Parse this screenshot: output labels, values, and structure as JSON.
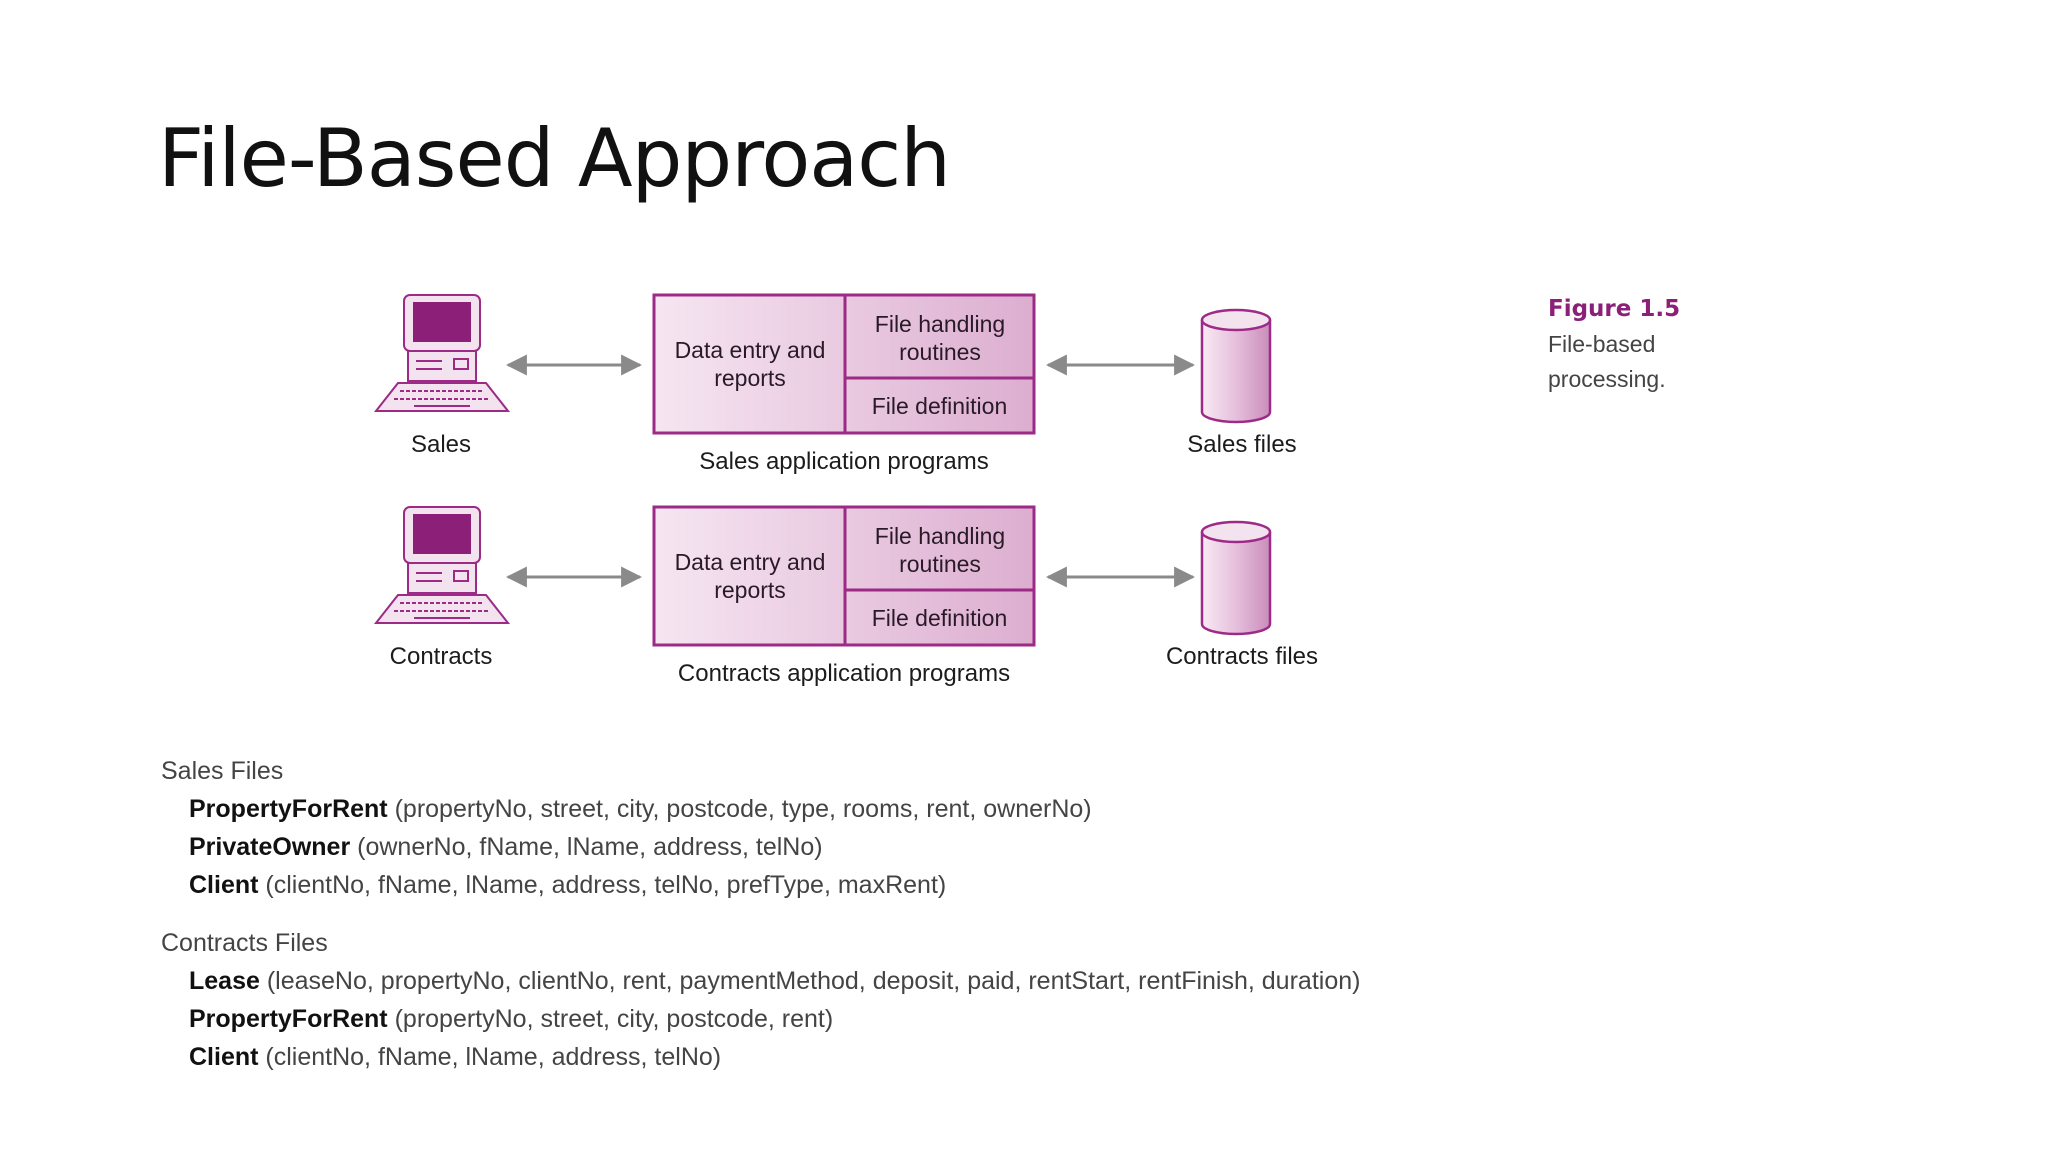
{
  "title": "File-Based Approach",
  "colors": {
    "accent": "#8c1f78",
    "box_fill": "#e9c6e1",
    "box_border": "#9c2a86",
    "arrow": "#8a8a8a"
  },
  "figure": {
    "label": "Figure 1.5",
    "caption": "File-based processing."
  },
  "rows": [
    {
      "user_label": "Sales",
      "entry_label": "Data entry and reports",
      "handling_label": "File handling routines",
      "definition_label": "File definition",
      "programs_label": "Sales application programs",
      "files_label": "Sales files",
      "computer_icon": "computer-icon",
      "file_icon": "database-cylinder-icon"
    },
    {
      "user_label": "Contracts",
      "entry_label": "Data entry and reports",
      "handling_label": "File handling routines",
      "definition_label": "File definition",
      "programs_label": "Contracts application programs",
      "files_label": "Contracts files",
      "computer_icon": "computer-icon",
      "file_icon": "database-cylinder-icon"
    }
  ],
  "sales_files": {
    "heading": "Sales Files",
    "tables": [
      {
        "name": "PropertyForRent",
        "attrs": "(propertyNo, street, city, postcode, type, rooms, rent, ownerNo)"
      },
      {
        "name": "PrivateOwner",
        "attrs": "(ownerNo, fName, lName, address, telNo)"
      },
      {
        "name": "Client",
        "attrs": "(clientNo, fName, lName, address, telNo, prefType, maxRent)"
      }
    ]
  },
  "contracts_files": {
    "heading": "Contracts Files",
    "tables": [
      {
        "name": "Lease",
        "attrs": "(leaseNo, propertyNo, clientNo, rent, paymentMethod, deposit, paid, rentStart, rentFinish, duration)"
      },
      {
        "name": "PropertyForRent",
        "attrs": "(propertyNo, street, city, postcode, rent)"
      },
      {
        "name": "Client",
        "attrs": "(clientNo, fName, lName, address, telNo)"
      }
    ]
  }
}
